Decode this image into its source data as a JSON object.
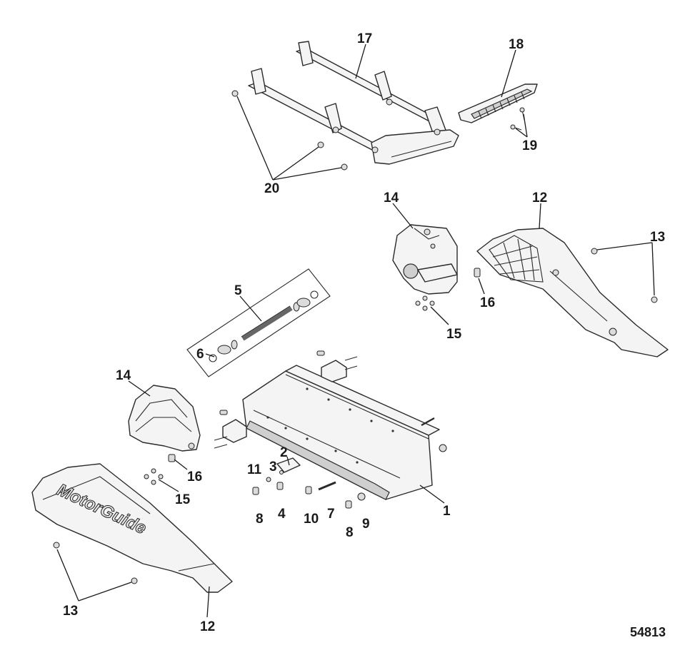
{
  "figure_number": "54813",
  "brand_logo_text": "MotorGuide",
  "callouts": [
    {
      "key": "c17",
      "label": "17"
    },
    {
      "key": "c18",
      "label": "18"
    },
    {
      "key": "c19",
      "label": "19"
    },
    {
      "key": "c20",
      "label": "20"
    },
    {
      "key": "c14a",
      "label": "14"
    },
    {
      "key": "c12a",
      "label": "12"
    },
    {
      "key": "c13a",
      "label": "13"
    },
    {
      "key": "c16a",
      "label": "16"
    },
    {
      "key": "c15a",
      "label": "15"
    },
    {
      "key": "c5",
      "label": "5"
    },
    {
      "key": "c6",
      "label": "6"
    },
    {
      "key": "c14b",
      "label": "14"
    },
    {
      "key": "c16b",
      "label": "16"
    },
    {
      "key": "c15b",
      "label": "15"
    },
    {
      "key": "c2",
      "label": "2"
    },
    {
      "key": "c11",
      "label": "11"
    },
    {
      "key": "c3",
      "label": "3"
    },
    {
      "key": "c8a",
      "label": "8"
    },
    {
      "key": "c4",
      "label": "4"
    },
    {
      "key": "c10",
      "label": "10"
    },
    {
      "key": "c7",
      "label": "7"
    },
    {
      "key": "c8b",
      "label": "8"
    },
    {
      "key": "c9",
      "label": "9"
    },
    {
      "key": "c1",
      "label": "1"
    },
    {
      "key": "c13b",
      "label": "13"
    },
    {
      "key": "c12b",
      "label": "12"
    }
  ]
}
